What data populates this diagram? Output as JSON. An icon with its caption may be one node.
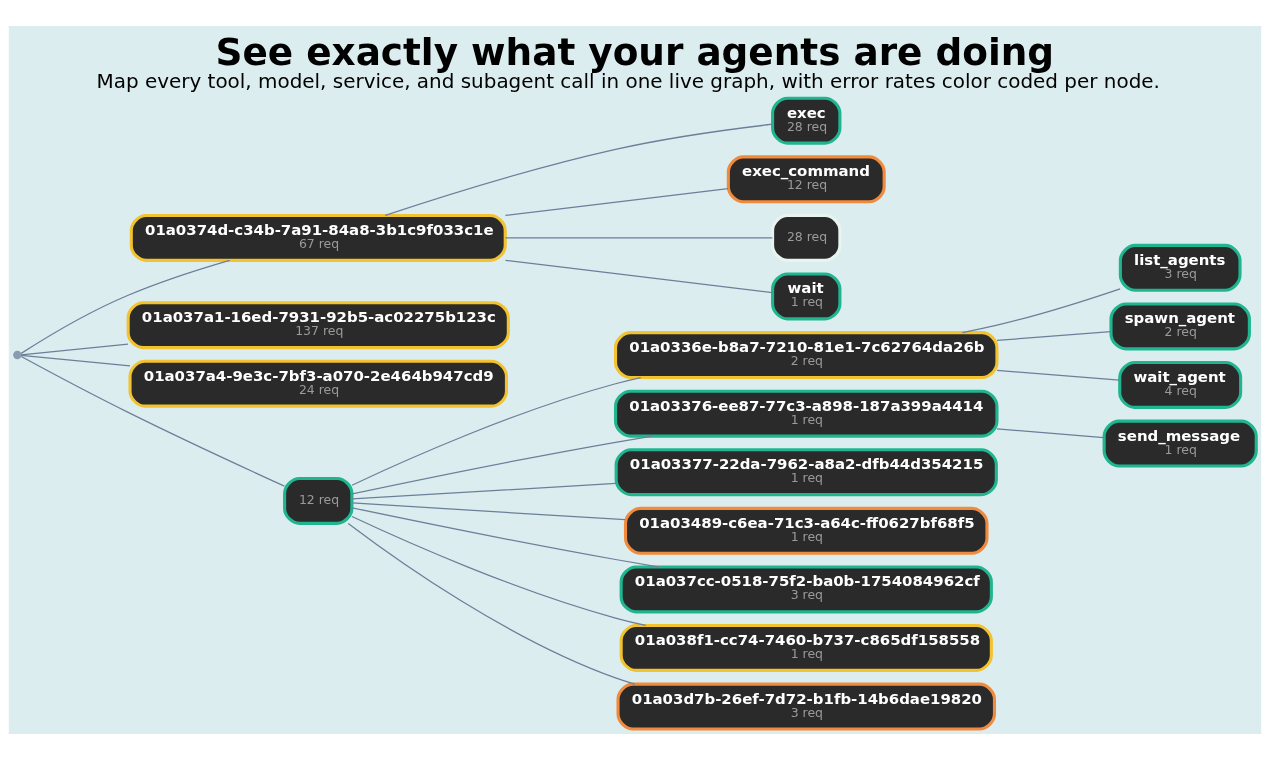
{
  "diagram": {
    "title": "See exactly what your agents are doing",
    "caption": "Map every tool, model, service, and subagent call in one live graph, with error rates color coded per node.",
    "nodes": [
      {
        "text": [],
        "shape": "point"
      },
      {
        "text": [
          "01a0374d-c34b-7a91-84a8-3b1c9f033c1e",
          "67 req"
        ]
      },
      {
        "text": [
          "exec",
          "28 req"
        ]
      },
      {
        "text": [
          "exec_command",
          "12 req"
        ]
      },
      {
        "text": [
          "28 req"
        ]
      },
      {
        "text": [
          "wait",
          "1 req"
        ]
      },
      {
        "text": [
          "01a037a1-16ed-7931-92b5-ac02275b123c",
          "137 req"
        ]
      },
      {
        "text": [
          "01a0336e-b8a7-7210-81e1-7c62764da26b",
          "2 req"
        ]
      },
      {
        "text": [
          "list_agents",
          "3 req"
        ]
      },
      {
        "text": [
          "spawn_agent",
          "2 req"
        ]
      },
      {
        "text": [
          "wait_agent",
          "4 req"
        ]
      },
      {
        "text": [
          "01a037a4-9e3c-7bf3-a070-2e464b947cd9",
          "24 req"
        ]
      },
      {
        "text": [
          "12 req"
        ]
      },
      {
        "text": [
          "01a03376-ee87-77c3-a898-187a399a4414",
          "1 req"
        ]
      },
      {
        "text": [
          "send_message",
          "1 req"
        ]
      },
      {
        "text": [
          "01a03377-22da-7962-a8a2-dfb44d354215",
          "1 req"
        ]
      },
      {
        "text": [
          "01a03489-c6ea-71c3-a64c-ff0627bf68f5",
          "1 req"
        ]
      },
      {
        "text": [
          "01a037cc-0518-75f2-ba0b-1754084962cf",
          "3 req"
        ]
      },
      {
        "text": [
          "01a038f1-cc74-7460-b737-c865df158558",
          "1 req"
        ]
      },
      {
        "text": [
          "01a03d7b-26ef-7d72-b1fb-14b6dae19820",
          "3 req"
        ]
      }
    ],
    "edges": [
      {
        "from": 0,
        "to": 1,
        "arrow": "none"
      },
      {
        "from": 0,
        "to": 6,
        "arrow": "none"
      },
      {
        "from": 0,
        "to": 11,
        "arrow": "none"
      },
      {
        "from": 0,
        "to": 12,
        "arrow": "none"
      },
      {
        "from": 1,
        "to": 2,
        "arrow": "none"
      },
      {
        "from": 1,
        "to": 3,
        "arrow": "none"
      },
      {
        "from": 1,
        "to": 4,
        "arrow": "none"
      },
      {
        "from": 1,
        "to": 5,
        "arrow": "none"
      },
      {
        "from": 12,
        "to": 7,
        "arrow": "none"
      },
      {
        "from": 7,
        "to": 8,
        "arrow": "none"
      },
      {
        "from": 7,
        "to": 9,
        "arrow": "none"
      },
      {
        "from": 7,
        "to": 10,
        "arrow": "none"
      },
      {
        "from": 12,
        "to": 13,
        "arrow": "none"
      },
      {
        "from": 13,
        "to": 14,
        "arrow": "none"
      },
      {
        "from": 12,
        "to": 15,
        "arrow": "none"
      },
      {
        "from": 12,
        "to": 16,
        "arrow": "none"
      },
      {
        "from": 12,
        "to": 17,
        "arrow": "none"
      },
      {
        "from": 12,
        "to": 18,
        "arrow": "none"
      },
      {
        "from": 12,
        "to": 19,
        "arrow": "none"
      }
    ]
  }
}
